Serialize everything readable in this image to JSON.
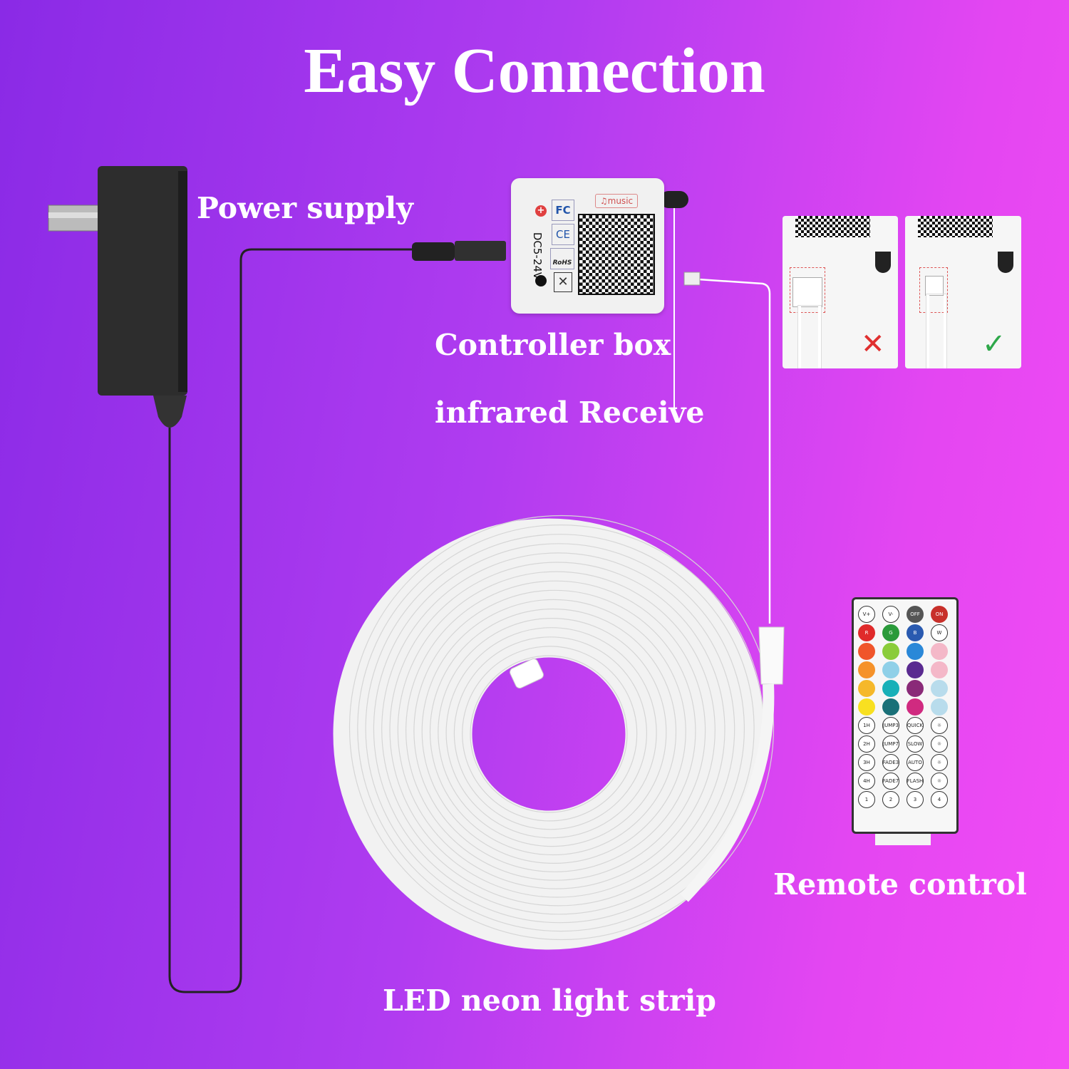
{
  "title": "Easy Connection",
  "labels": {
    "power_supply": "Power supply",
    "controller_box": "Controller box",
    "infrared_receive": "infrared Receive",
    "remote_control": "Remote control",
    "led_strip": "LED neon light strip"
  },
  "controller": {
    "voltage": "DC5-24V",
    "music_badge": "music",
    "cert_fc": "FC",
    "cert_ce": "CE",
    "cert_rohs": "RoHS"
  },
  "connector_insets": [
    {
      "status": "wrong",
      "mark": "✕",
      "color": "#e03030"
    },
    {
      "status": "correct",
      "mark": "✓",
      "color": "#2ea84a"
    }
  ],
  "remote": {
    "buttons": [
      {
        "label": "V+",
        "color": "#ffffff"
      },
      {
        "label": "V-",
        "color": "#ffffff"
      },
      {
        "label": "OFF",
        "color": "#555555"
      },
      {
        "label": "ON",
        "color": "#c8302a"
      },
      {
        "label": "R",
        "color": "#e02a2a"
      },
      {
        "label": "G",
        "color": "#2a9a3a"
      },
      {
        "label": "B",
        "color": "#2a5ab0"
      },
      {
        "label": "W",
        "color": "#ffffff"
      },
      {
        "label": "",
        "color": "#f0552a"
      },
      {
        "label": "",
        "color": "#8acc3a"
      },
      {
        "label": "",
        "color": "#2a88d8"
      },
      {
        "label": "",
        "color": "#f4b8c8"
      },
      {
        "label": "",
        "color": "#f5922a"
      },
      {
        "label": "",
        "color": "#8fd0e8"
      },
      {
        "label": "",
        "color": "#5a2a90"
      },
      {
        "label": "",
        "color": "#f4b8c8"
      },
      {
        "label": "",
        "color": "#f5b82a"
      },
      {
        "label": "",
        "color": "#18b0b8"
      },
      {
        "label": "",
        "color": "#8a2a78"
      },
      {
        "label": "",
        "color": "#b8dcec"
      },
      {
        "label": "",
        "color": "#f8e020"
      },
      {
        "label": "",
        "color": "#1a7078"
      },
      {
        "label": "",
        "color": "#d02a80"
      },
      {
        "label": "",
        "color": "#b8dcec"
      },
      {
        "label": "1H",
        "color": "#ffffff"
      },
      {
        "label": "JUMP3",
        "color": "#ffffff"
      },
      {
        "label": "QUICK",
        "color": "#ffffff"
      },
      {
        "label": "☼",
        "color": "#ffffff"
      },
      {
        "label": "2H",
        "color": "#ffffff"
      },
      {
        "label": "JUMP7",
        "color": "#ffffff"
      },
      {
        "label": "SLOW",
        "color": "#ffffff"
      },
      {
        "label": "☼",
        "color": "#ffffff"
      },
      {
        "label": "3H",
        "color": "#ffffff"
      },
      {
        "label": "FADE3",
        "color": "#ffffff"
      },
      {
        "label": "AUTO",
        "color": "#ffffff"
      },
      {
        "label": "☼",
        "color": "#ffffff"
      },
      {
        "label": "4H",
        "color": "#ffffff"
      },
      {
        "label": "FADE7",
        "color": "#ffffff"
      },
      {
        "label": "FLASH",
        "color": "#ffffff"
      },
      {
        "label": "☼",
        "color": "#ffffff"
      },
      {
        "label": "1",
        "color": "#ffffff"
      },
      {
        "label": "2",
        "color": "#ffffff"
      },
      {
        "label": "3",
        "color": "#ffffff"
      },
      {
        "label": "4",
        "color": "#ffffff"
      }
    ]
  }
}
